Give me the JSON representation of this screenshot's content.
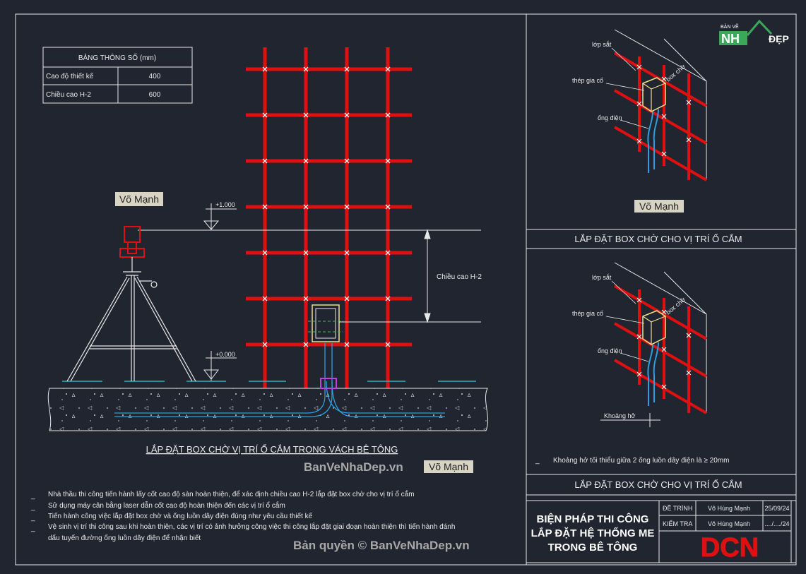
{
  "param_table": {
    "title": "BẢNG THÔNG SỐ (mm)",
    "rows": [
      {
        "label": "Cao độ thiết kế",
        "value": "400"
      },
      {
        "label": "Chiều cao H-2",
        "value": "600"
      }
    ]
  },
  "labels": {
    "author_tag": "Võ Mạnh",
    "level_top": "+1.000",
    "level_zero": "+0.000",
    "height_dim": "Chiều cao H-2",
    "rebar_mesh": "lớp sắt",
    "reinforcing_steel": "thép gia cố",
    "spare_box": "box chờ",
    "conduit": "ống điện",
    "gap": "Khoảng hở"
  },
  "captions": {
    "main": "LẮP ĐẶT BOX CHỜ VỊ TRÍ Ổ CẮM TRONG VÁCH BÊ TÔNG",
    "detail_top": "LẮP ĐẶT BOX CHỜ CHO VỊ TRÍ Ổ CẮM",
    "detail_bottom": "LẮP ĐẶT BOX CHỜ CHO VỊ TRÍ Ổ CẮM",
    "gap_note": "Khoảng hở tối thiểu giữa 2 ống luồn dây điện là ≥ 20mm"
  },
  "watermarks": {
    "site": "BanVeNhaDep.vn",
    "copyright": "Bản quyền © BanVeNhaDep.vn"
  },
  "logo": {
    "top_text": "BẢN VẼ",
    "brand_left": "NH",
    "brand_right": "ĐẸP"
  },
  "notes": [
    "Nhà thầu thi công tiến hành lấy cốt cao độ sàn hoàn thiện, để xác định chiều cao H-2 lắp đặt box chờ cho vị trí ổ cắm",
    "Sử dụng máy cân bằng laser dẫn cốt cao độ hoàn thiện đến các vị trí ổ cắm",
    "Tiến hành công việc lắp đặt box chờ và ống luồn dây điện đúng như yêu cầu thiết kế",
    "Vệ sinh vị trí thi công sau khi hoàn thiện, các vị trí có ảnh hưởng công việc thi công lắp đặt giai đoạn hoàn thiện thì tiến hành đánh",
    "dấu tuyến đường ống luồn dây điện để nhận biết"
  ],
  "title_block": {
    "title_lines": [
      "BIỆN PHÁP THI CÔNG",
      "LẮP ĐẶT HỆ THỐNG ME",
      "TRONG BÊ TÔNG"
    ],
    "row1": {
      "role": "ĐỀ TRÌNH",
      "name": "Võ Hùng Mạnh",
      "date": "25/09/24"
    },
    "row2": {
      "role": "KIỂM TRA",
      "name": "Võ Hùng Mạnh",
      "date": "..../..../24"
    },
    "company_logo": "DCN"
  },
  "colors": {
    "background": "#202530",
    "rebar": "#e01010",
    "line": "#e8e8e8",
    "conduit": "#2aa0e0",
    "logo_red": "#e01010"
  }
}
